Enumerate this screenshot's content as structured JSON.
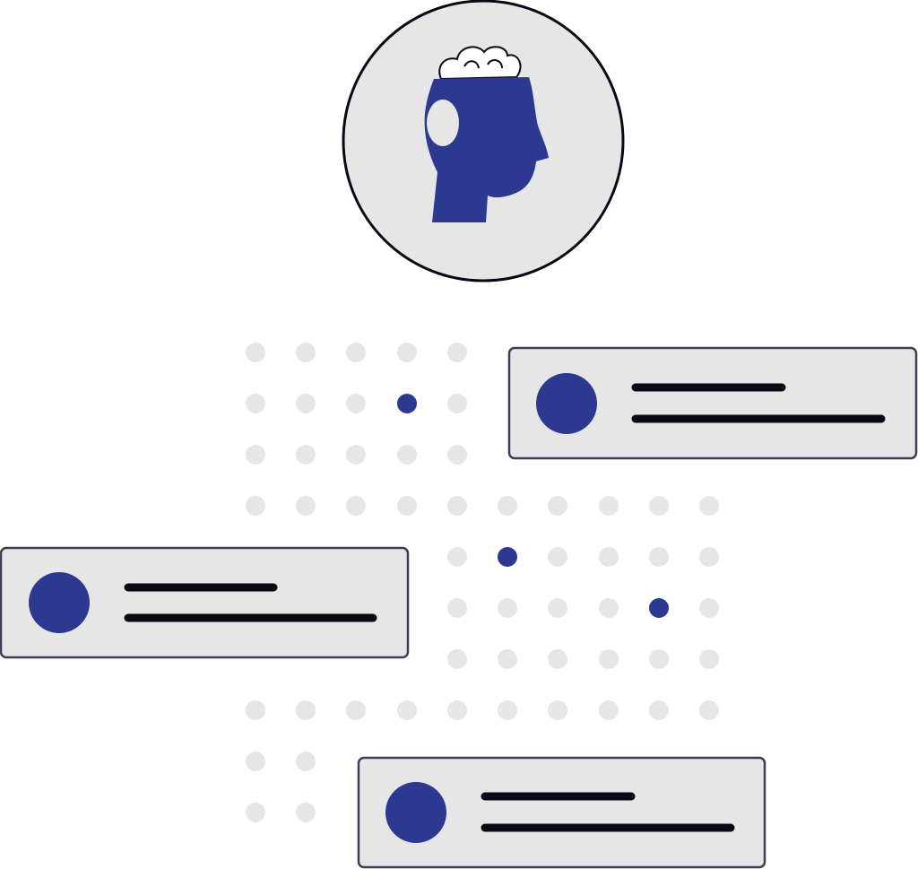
{
  "illustration": {
    "colors": {
      "accent": "#2b3990",
      "card_fill": "#e6e6e6",
      "outline": "#2f2e41",
      "dot_inactive": "#e6e6e6",
      "line": "#090814"
    },
    "icons": {
      "head": "head-with-brain-icon",
      "card_avatar": "avatar-circle"
    },
    "cards": [
      {
        "id": "card-top"
      },
      {
        "id": "card-middle"
      },
      {
        "id": "card-bottom"
      }
    ]
  }
}
